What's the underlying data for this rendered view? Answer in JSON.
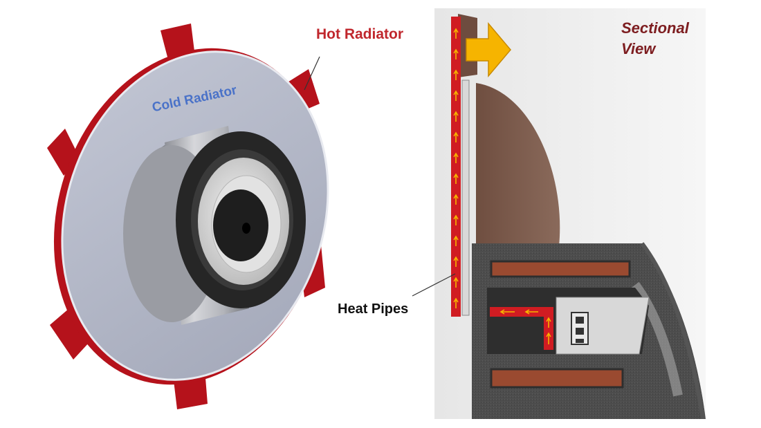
{
  "labels": {
    "hot_radiator": "Hot Radiator",
    "cold_radiator": "Cold Radiator",
    "heat_pipes": "Heat Pipes",
    "sectional_view_line1": "Sectional",
    "sectional_view_line2": "View"
  },
  "colors": {
    "hot_red": "#b5121b",
    "cold_grey": "#aeb3c3",
    "dark_core": "#2a2a2a",
    "arrow_yellow": "#f6b400",
    "section_brown": "#7a5a4c",
    "label_red": "#c0272d",
    "label_blue": "#4a72c8",
    "label_maroon": "#7d1d20"
  }
}
